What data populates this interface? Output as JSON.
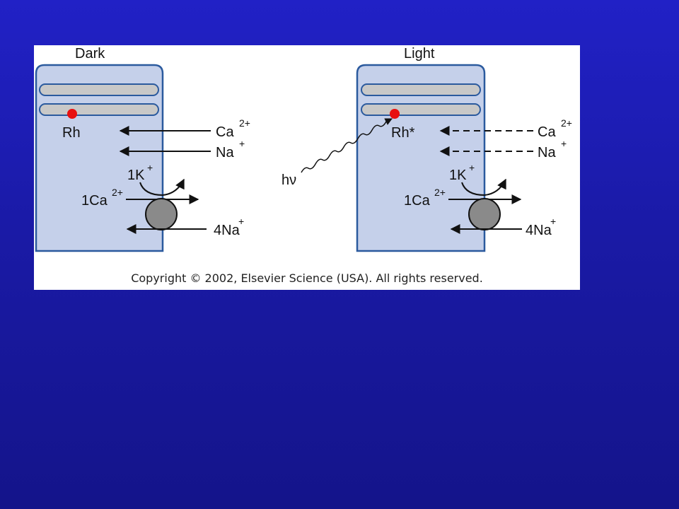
{
  "panels": {
    "dark": {
      "title": "Dark",
      "rh_label": "Rh",
      "ca_label": "Ca",
      "ca_sup": "2+",
      "na_label": "Na",
      "na_sup": "+",
      "k_label": "1K",
      "k_sup": "+",
      "ca1_label": "1Ca",
      "ca1_sup": "2+",
      "na4_label": "4Na",
      "na4_sup": "+"
    },
    "light": {
      "title": "Light",
      "rh_label": "Rh*",
      "ca_label": "Ca",
      "ca_sup": "2+",
      "na_label": "Na",
      "na_sup": "+",
      "k_label": "1K",
      "k_sup": "+",
      "ca1_label": "1Ca",
      "ca1_sup": "2+",
      "na4_label": "4Na",
      "na4_sup": "+",
      "photon_label": "hν"
    }
  },
  "copyright": "Copyright © 2002, Elsevier Science (USA). All rights reserved.",
  "colors": {
    "cell_fill": "#c5d0ea",
    "cell_stroke": "#2b5a9e",
    "disc_fill": "#c8c8c8",
    "rhodopsin": "#e81010",
    "exchanger": "#8a8a8a",
    "background_top": "#2121c6",
    "background_bottom": "#14148a"
  }
}
